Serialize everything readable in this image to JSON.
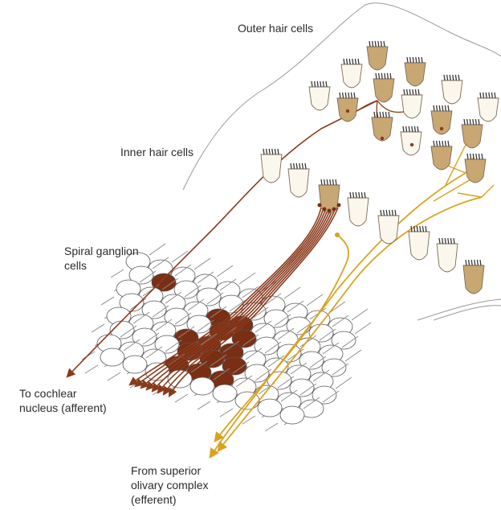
{
  "labels": {
    "outer_hair_cells": "Outer hair cells",
    "inner_hair_cells": "Inner hair cells",
    "spiral_ganglion": [
      "Spiral ganglion",
      "cells"
    ],
    "cochlear_nucleus": [
      "To cochlear",
      "nucleus (afferent)"
    ],
    "olivary_complex": [
      "From superior",
      "olivary complex",
      "(efferent)"
    ]
  },
  "colors": {
    "afferent_fiber": "#8a3a1c",
    "afferent_cell": "#7a2e14",
    "efferent_fiber": "#d9a320",
    "hair_cell_tan": "#c9a772",
    "hair_cell_light": "#fbf7ec",
    "ganglion_cell": "#ffffff",
    "outline": "#555555"
  }
}
